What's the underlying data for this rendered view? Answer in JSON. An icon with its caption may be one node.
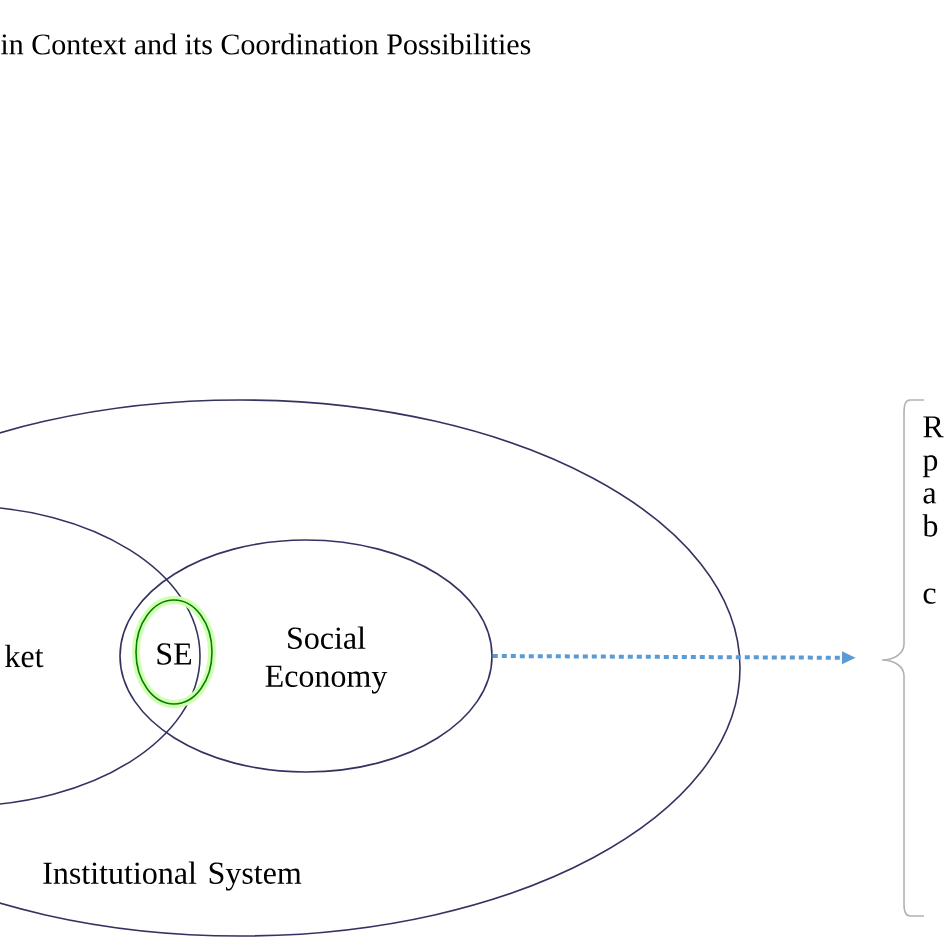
{
  "diagram": {
    "title": "in Context and its Coordination Possibilities",
    "nodes": [
      {
        "text": [
          "Institutional System"
        ]
      },
      {
        "text": [
          "ket"
        ],
        "in": 0
      },
      {
        "text": [
          "Social Economy"
        ],
        "in": 0
      },
      {
        "text": [
          "SE"
        ],
        "in": 2
      },
      {
        "text": [
          "R p a b",
          "c"
        ]
      }
    ],
    "edges": [
      {
        "from": 2,
        "to": 4,
        "arrow": "to",
        "style": "dashed",
        "color": "#5b9bd5"
      }
    ]
  }
}
